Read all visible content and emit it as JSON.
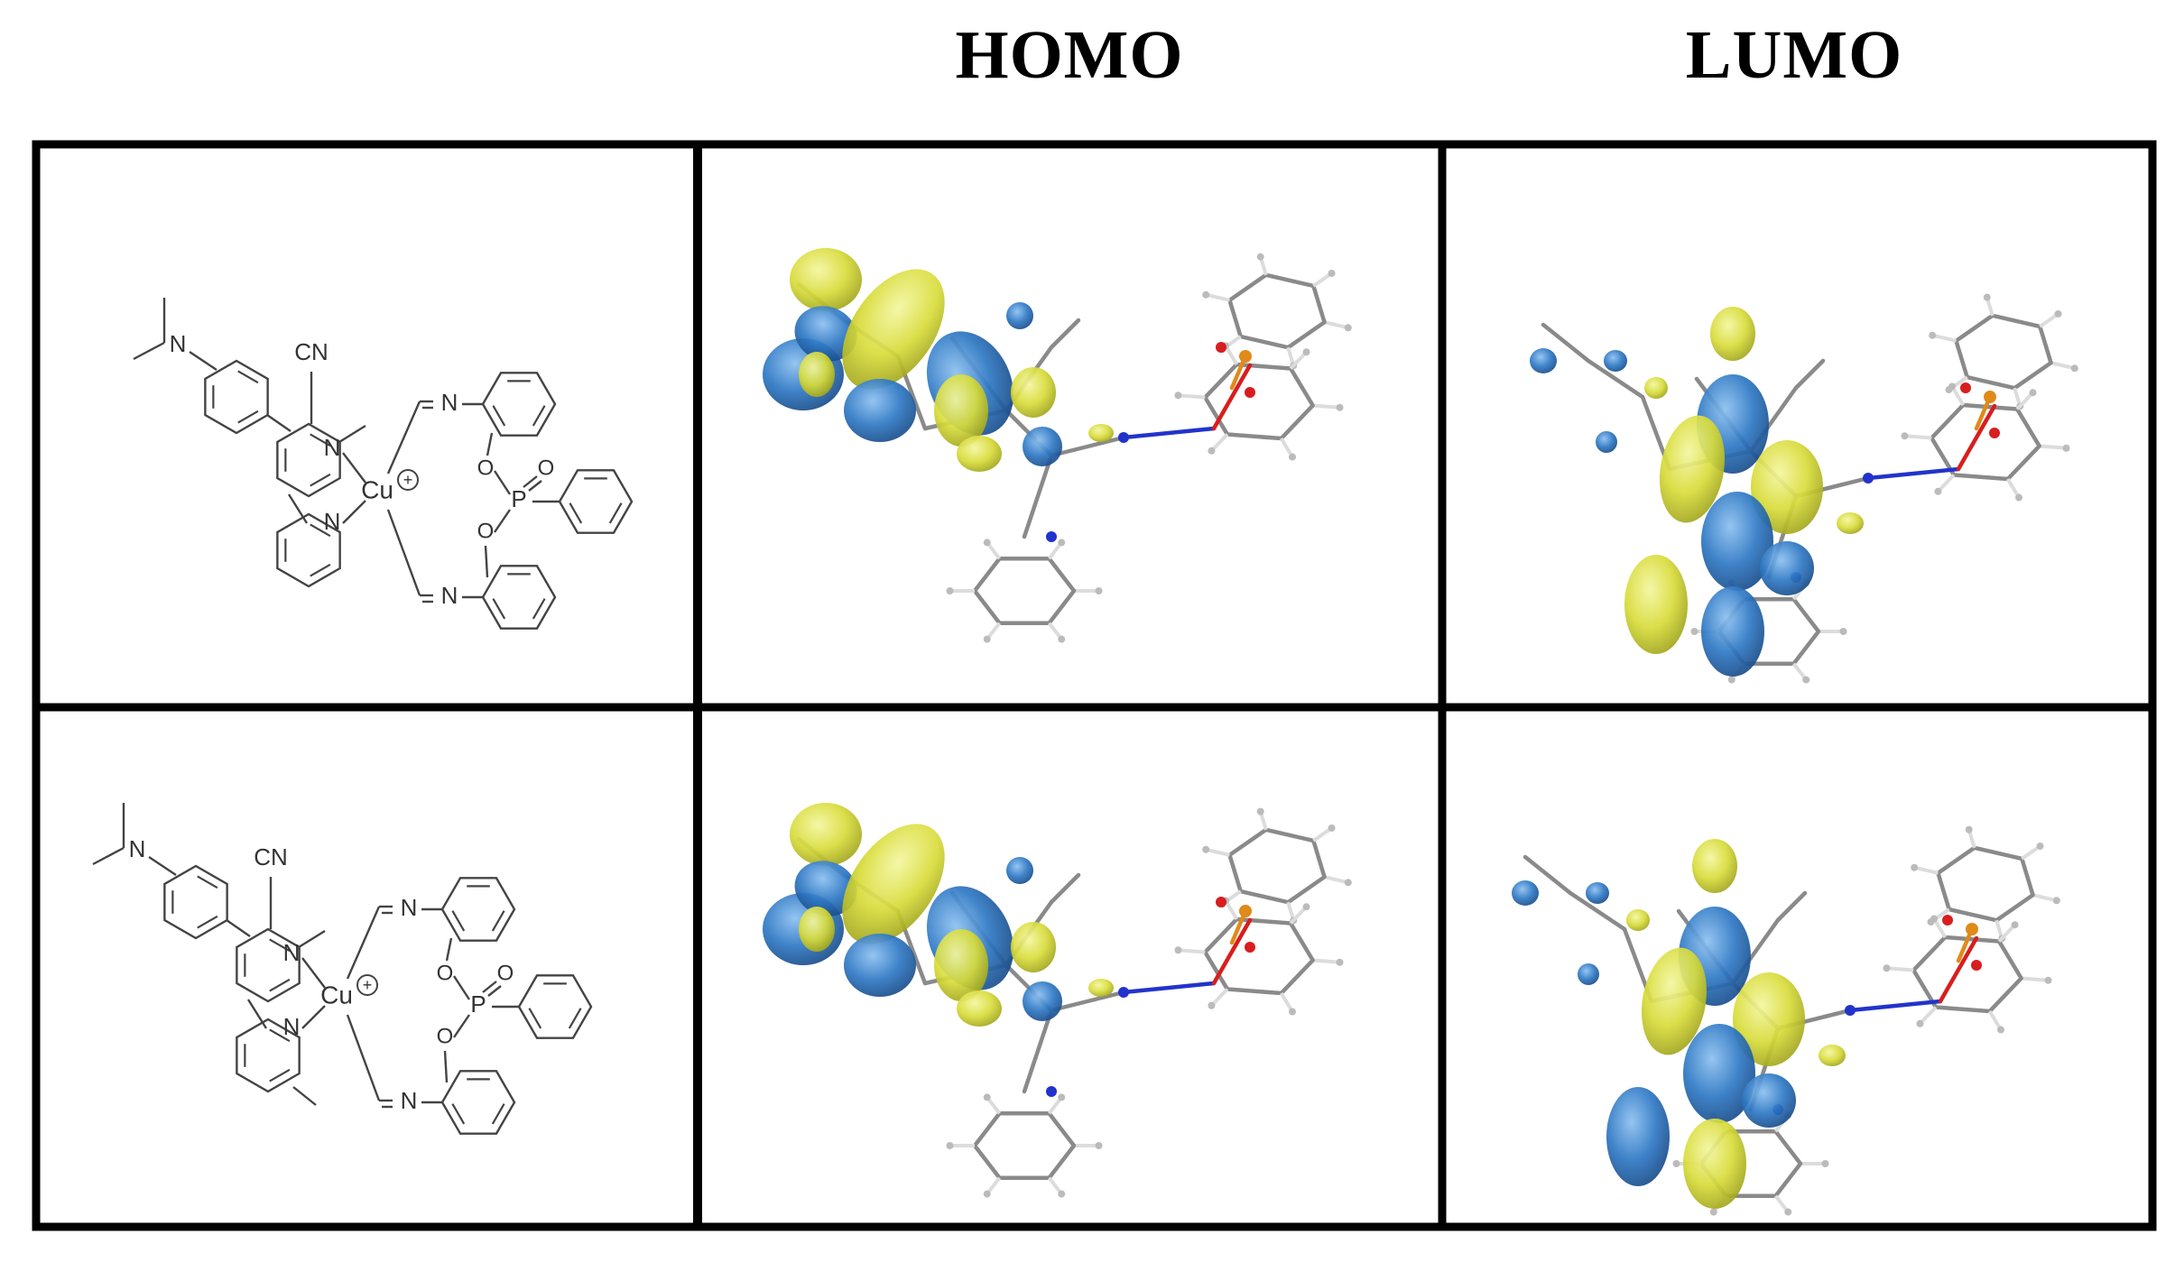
{
  "header": {
    "homo_label": "HOMO",
    "lumo_label": "LUMO"
  },
  "structure_labels": {
    "cn": "CN",
    "n": "N",
    "cu": "Cu",
    "p": "P",
    "o": "O",
    "charge": "+"
  },
  "colors": {
    "orbital_positive": "#d8dc3a",
    "orbital_negative": "#2e78c4",
    "bond_grey": "#8a8a8a",
    "hydrogen": "#dcdcdc",
    "nitrogen": "#2233cc",
    "oxygen": "#d81e1e",
    "phosphorus": "#e08a1a",
    "grid_line": "#000000"
  },
  "rows": [
    {
      "complex": "top"
    },
    {
      "complex": "bottom"
    }
  ]
}
